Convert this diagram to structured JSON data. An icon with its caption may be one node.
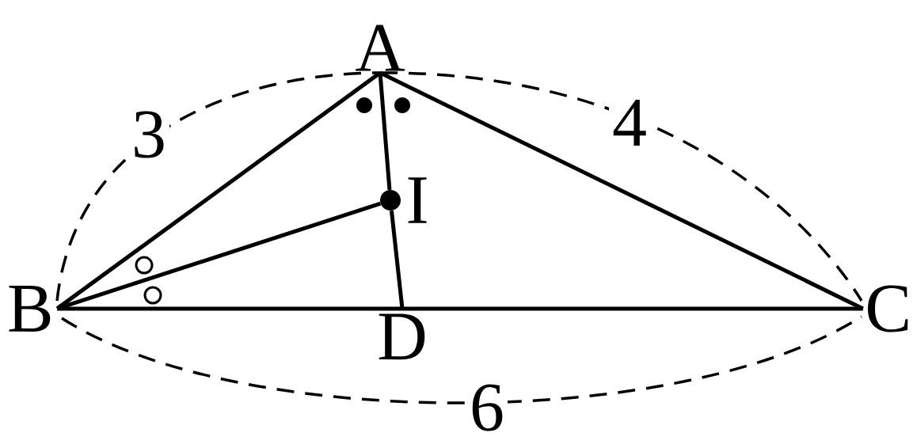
{
  "diagram": {
    "nodes": [
      {
        "text": [
          "A"
        ]
      },
      {
        "text": [
          "B"
        ]
      },
      {
        "text": [
          "C"
        ]
      },
      {
        "text": [
          "D"
        ]
      },
      {
        "text": [
          "I"
        ]
      }
    ],
    "edges": [
      {
        "from": 1,
        "to": 0,
        "arrow": "none"
      },
      {
        "from": 0,
        "to": 2,
        "arrow": "none"
      },
      {
        "from": 1,
        "to": 2,
        "arrow": "none"
      },
      {
        "from": 0,
        "to": 4,
        "arrow": "none"
      },
      {
        "from": 4,
        "to": 3,
        "arrow": "none"
      },
      {
        "from": 1,
        "to": 4,
        "arrow": "none"
      }
    ],
    "labels": [
      "3",
      "4",
      "6"
    ]
  }
}
